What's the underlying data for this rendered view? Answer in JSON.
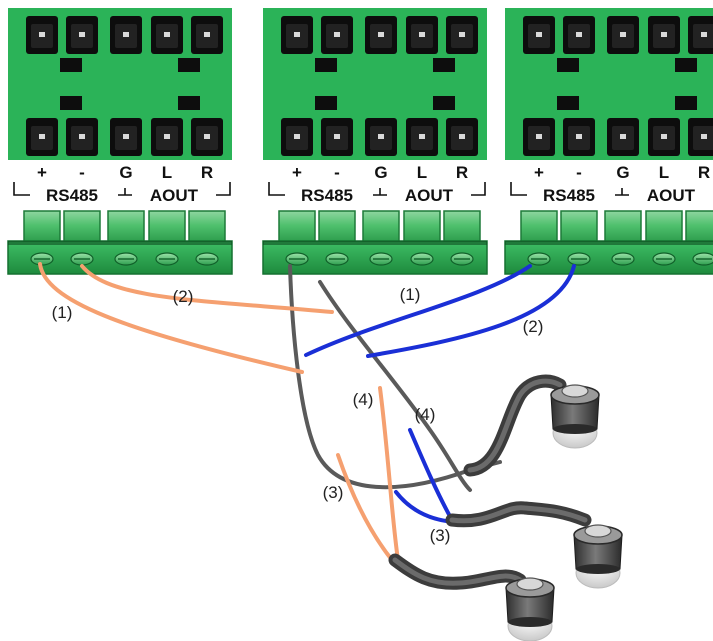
{
  "colors": {
    "board_green": "#2bb358",
    "board_dark": "#0d0d0d",
    "terminal_green": "#4fc06d",
    "terminal_dark": "#1f8a3e",
    "wire_orange": "#f5a070",
    "wire_blue": "#1a2fd6",
    "wire_gray": "#5a5a5a"
  },
  "connectors": [
    {
      "pins": [
        "+",
        "-",
        "G",
        "L",
        "R"
      ],
      "group_left": "RS485",
      "group_right": "AOUT"
    },
    {
      "pins": [
        "+",
        "-",
        "G",
        "L",
        "R"
      ],
      "group_left": "RS485",
      "group_right": "AOUT"
    },
    {
      "pins": [
        "+",
        "-",
        "G",
        "L",
        "R"
      ],
      "group_left": "RS485",
      "group_right": "AOUT"
    }
  ],
  "wire_labels": [
    {
      "id": "orange-1",
      "text": "(1)"
    },
    {
      "id": "orange-2",
      "text": "(2)"
    },
    {
      "id": "blue-1",
      "text": "(1)"
    },
    {
      "id": "blue-2",
      "text": "(2)"
    },
    {
      "id": "orange-4",
      "text": "(4)"
    },
    {
      "id": "blue-4",
      "text": "(4)"
    },
    {
      "id": "orange-3",
      "text": "(3)"
    },
    {
      "id": "blue-3",
      "text": "(3)"
    }
  ],
  "icons": {
    "camera": "dome-camera-icon",
    "screw": "screw-terminal-icon"
  }
}
